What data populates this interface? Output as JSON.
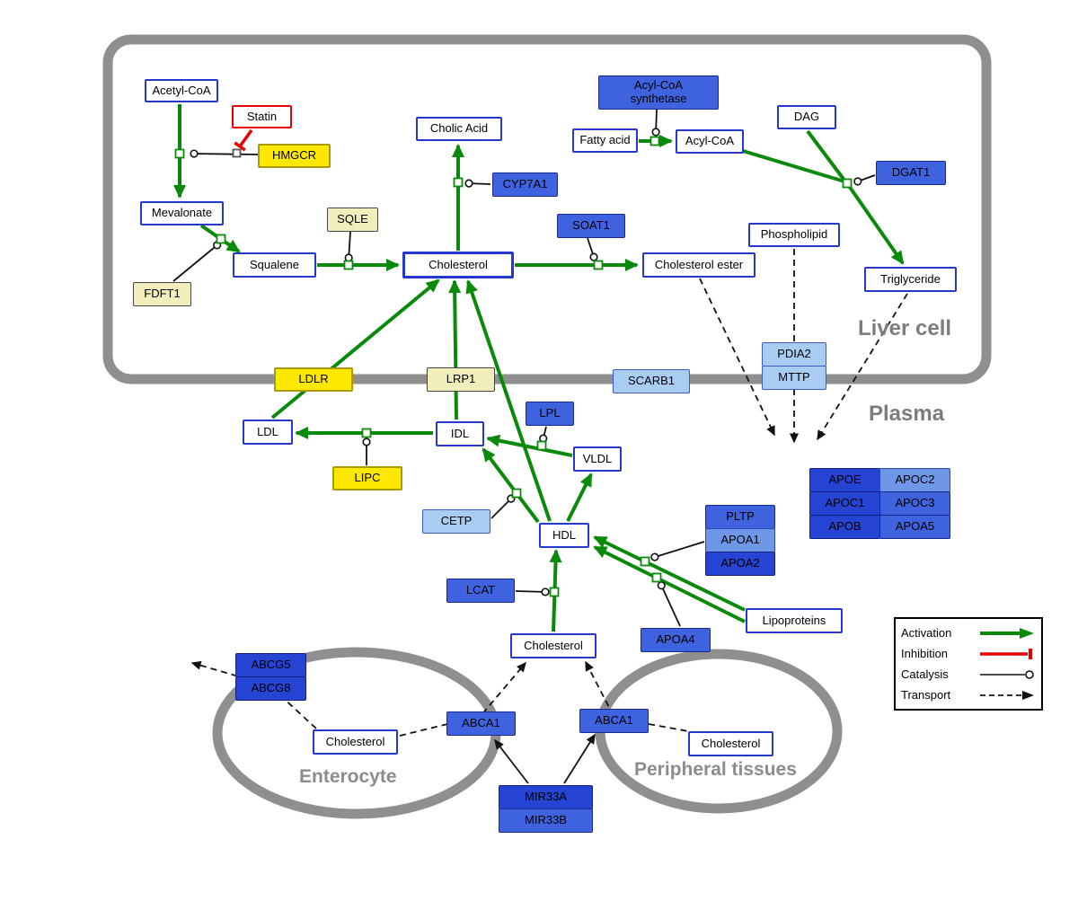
{
  "compartments": {
    "liver": "Liver cell",
    "plasma": "Plasma",
    "enterocyte": "Enterocyte",
    "peripheral": "Peripheral tissues"
  },
  "legend": {
    "activation": "Activation",
    "inhibition": "Inhibition",
    "catalysis": "Catalysis",
    "transport": "Transport"
  },
  "nodes": {
    "acetyl_coa": "Acetyl-CoA",
    "statin": "Statin",
    "hmgcr": "HMGCR",
    "mevalonate": "Mevalonate",
    "fdft1": "FDFT1",
    "squalene": "Squalene",
    "sqle": "SQLE",
    "cholesterol_liver": "Cholesterol",
    "cholic_acid": "Cholic Acid",
    "cyp7a1": "CYP7A1",
    "soat1": "SOAT1",
    "cholesterol_ester": "Cholesterol ester",
    "acyl_coa_synthetase": "Acyl-CoA synthetase",
    "fatty_acid": "Fatty acid",
    "acyl_coa": "Acyl-CoA",
    "dag": "DAG",
    "dgat1": "DGAT1",
    "phospholipid": "Phospholipid",
    "triglyceride": "Triglyceride",
    "ldlr": "LDLR",
    "lrp1": "LRP1",
    "scarb1": "SCARB1",
    "pdia2": "PDIA2",
    "mttp": "MTTP",
    "ldl": "LDL",
    "idl": "IDL",
    "lpl": "LPL",
    "vldl": "VLDL",
    "lipc": "LIPC",
    "cetp": "CETP",
    "hdl": "HDL",
    "lcat": "LCAT",
    "pltp": "PLTP",
    "apoa1": "APOA1",
    "apoa2": "APOA2",
    "apoa4": "APOA4",
    "lipoproteins": "Lipoproteins",
    "apoe": "APOE",
    "apoc2": "APOC2",
    "apoc1": "APOC1",
    "apoc3": "APOC3",
    "apob": "APOB",
    "apoa5": "APOA5",
    "cholesterol_plasma": "Cholesterol",
    "abcg5": "ABCG5",
    "abcg8": "ABCG8",
    "cholesterol_enterocyte": "Cholesterol",
    "abca1_enterocyte": "ABCA1",
    "abca1_peripheral": "ABCA1",
    "cholesterol_peripheral": "Cholesterol",
    "mir33a": "MIR33A",
    "mir33b": "MIR33B"
  },
  "colors": {
    "activation_green": "#0a8a0a",
    "inhibition_red": "#e80000",
    "membrane_gray": "#8f8f8f",
    "metabolite_border_blue": "#2437cf",
    "gene_yellow": "#ffe800",
    "gene_cream": "#f2eebc",
    "gene_blue": "#3f63de",
    "gene_blue_dark": "#2644d4",
    "gene_blue_soft": "#6f97e8",
    "gene_blue_light": "#a9cdf2"
  }
}
